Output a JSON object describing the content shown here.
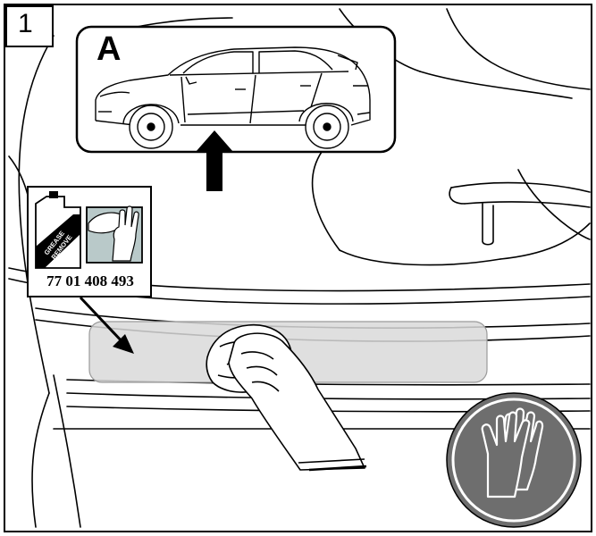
{
  "step": {
    "number": "1"
  },
  "inset": {
    "letter": "A"
  },
  "product": {
    "can_label_line1": "GREASE",
    "can_label_line2": "REMOVE",
    "part_number": "77 01 408 493"
  },
  "icons": {
    "vehicle": "suv-side-view-icon",
    "arrow": "arrow-up-icon",
    "cleaner": "grease-remover-can-icon",
    "wipe": "hand-wipe-icon",
    "gloves": "gloves-icon",
    "hand": "hand-with-cloth-icon"
  },
  "colors": {
    "line": "#000000",
    "highlight_zone": "#d9d9d9",
    "gloves_badge": "#6e6e6e",
    "wipe_panel": "#b9c9c9"
  }
}
